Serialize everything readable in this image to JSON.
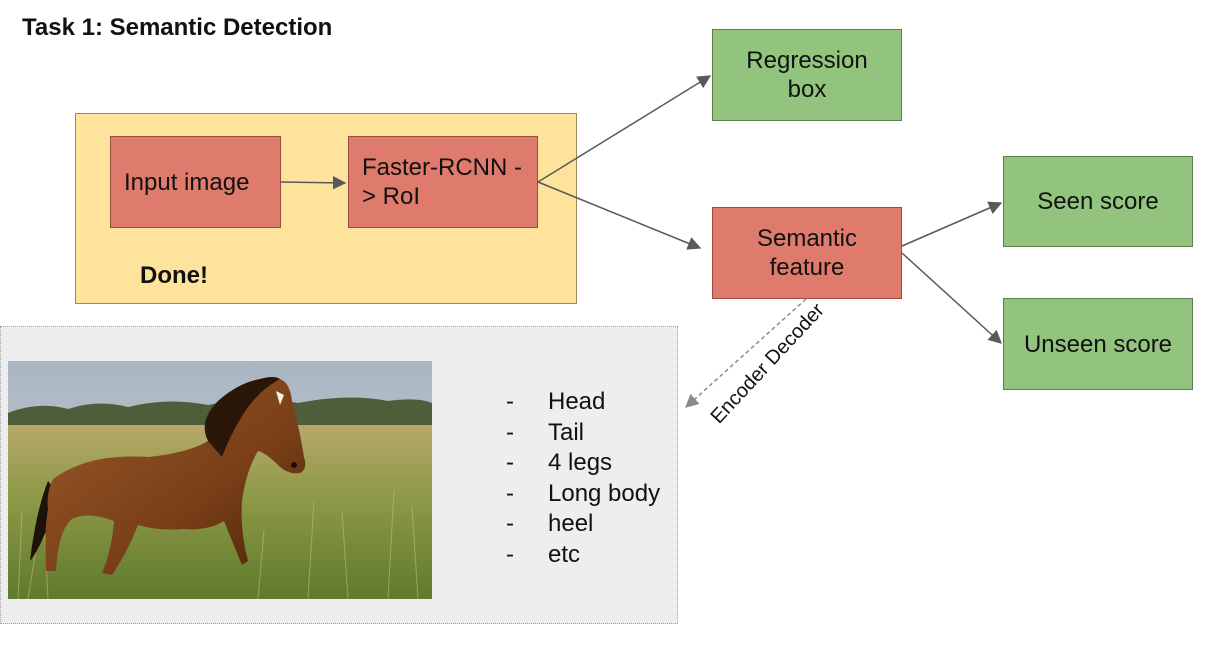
{
  "title": "Task 1: Semantic Detection",
  "done_panel": {
    "status_label": "Done!",
    "input_image_label": "Input image",
    "faster_rcnn_label": "Faster-RCNN -> RoI"
  },
  "nodes": {
    "regression_box": "Regression box",
    "semantic_feature": "Semantic feature",
    "seen_score": "Seen score",
    "unseen_score": "Unseen score"
  },
  "encoder_decoder_label": "Encoder Decoder",
  "example": {
    "attributes": [
      "Head",
      "Tail",
      "4 legs",
      "Long body",
      "heel",
      "etc"
    ]
  },
  "colors": {
    "done_panel_bg": "#fde39b",
    "red_node": "#df7b6c",
    "green_node": "#93c47d",
    "example_panel_bg": "#eeeeee"
  }
}
